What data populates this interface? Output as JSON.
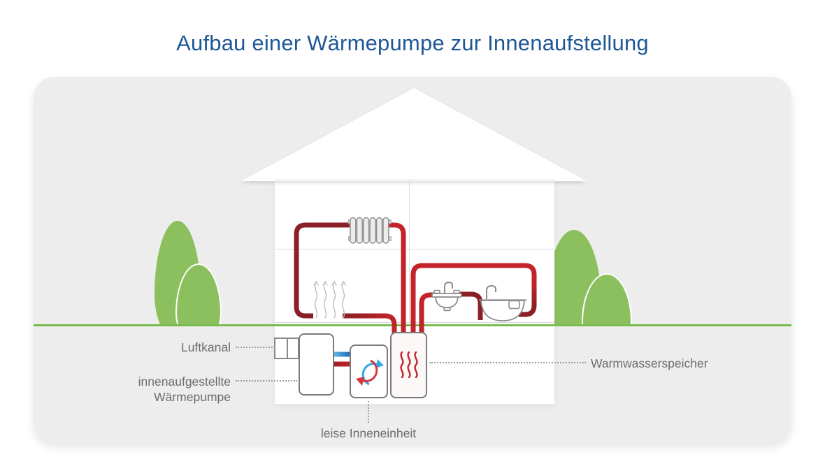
{
  "title": {
    "text": "Aufbau einer Wärmepumpe zur Innenaufstellung"
  },
  "labels": {
    "air_duct": "Luftkanal",
    "heat_pump_line1": "innenaufgestellte",
    "heat_pump_line2": "Wärmepumpe",
    "indoor_unit": "leise Inneneinheit",
    "water_tank": "Warmwasserspeicher"
  },
  "colors": {
    "title_blue": "#1e5796",
    "card_background": "#ededed",
    "house_white": "#ffffff",
    "ground_green": "#79bc4c",
    "tree_green": "#8cc05e",
    "pipe_red": "#c2242a",
    "pipe_dark_red": "#8a2025",
    "pipe_blue_light": "#62bbe7",
    "pipe_blue_dark": "#1b66b0",
    "label_gray": "#6d6d6d",
    "outline_gray": "#8c8c8c"
  },
  "icons": {
    "radiator": "radiator-icon",
    "sink": "sink-icon",
    "bathtub": "bathtub-icon",
    "cycle_arrows": "cycle-arrows-icon",
    "heat_waves": "heat-waves-icon",
    "tank_heat_waves": "tank-heat-waves-icon",
    "trees": "tree-icon"
  }
}
